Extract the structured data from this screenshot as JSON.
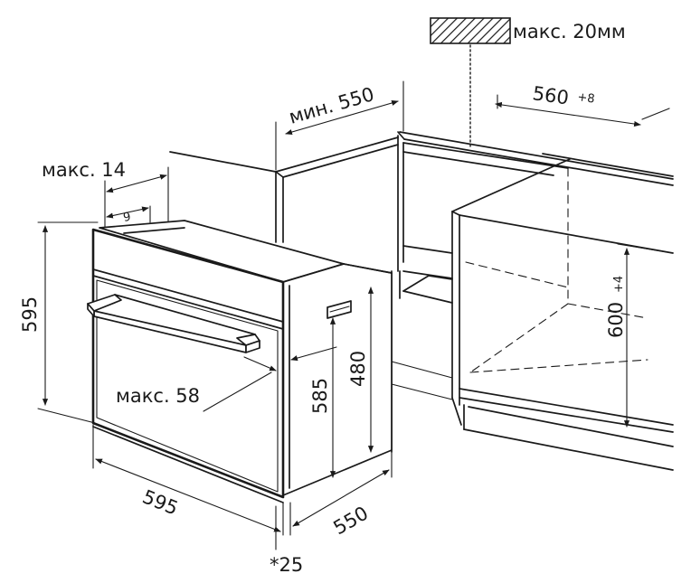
{
  "dims": {
    "top_max": "макс. 20мм",
    "min_width": "мин. 550",
    "niche_width": "560",
    "niche_width_tol": "+8",
    "panel_max": "макс. 14",
    "panel_offset": "9",
    "oven_height": "595",
    "handle_max": "макс. 58",
    "body_height": "585",
    "inner_height": "480",
    "niche_height": "600",
    "niche_height_tol": "+4",
    "oven_width": "595",
    "oven_depth": "550",
    "note": "*25"
  }
}
